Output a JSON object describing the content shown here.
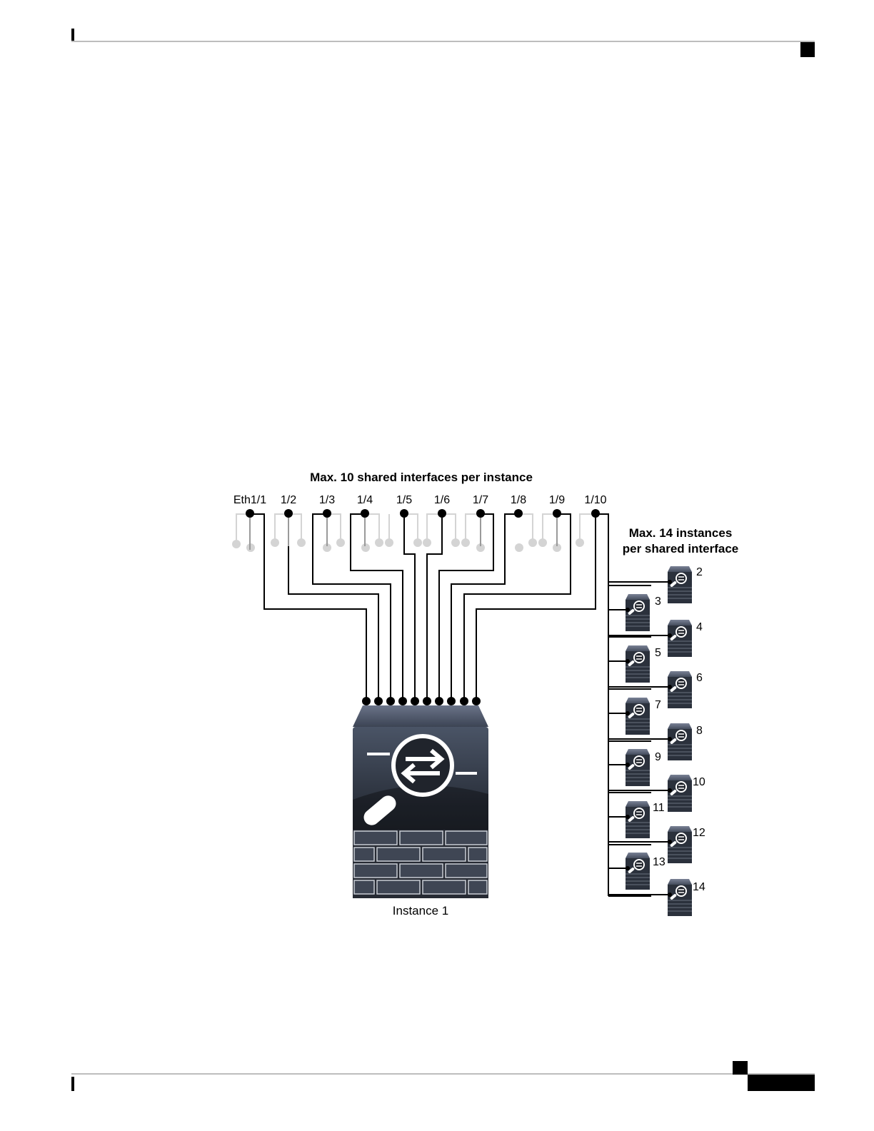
{
  "diagram": {
    "title": "Max. 10 shared interfaces per instance",
    "right_title_line1": "Max. 14 instances",
    "right_title_line2": "per shared interface",
    "interfaces": [
      "Eth1/1",
      "1/2",
      "1/3",
      "1/4",
      "1/5",
      "1/6",
      "1/7",
      "1/8",
      "1/9",
      "1/10"
    ],
    "instance_label": "Instance 1",
    "instance_numbers": [
      "2",
      "3",
      "4",
      "5",
      "6",
      "7",
      "8",
      "9",
      "10",
      "11",
      "12",
      "13",
      "14"
    ],
    "colors": {
      "device_top": "#4b5569",
      "device_body": "#1e222b",
      "line": "#000000",
      "ghost": "#d4d4d4"
    }
  }
}
